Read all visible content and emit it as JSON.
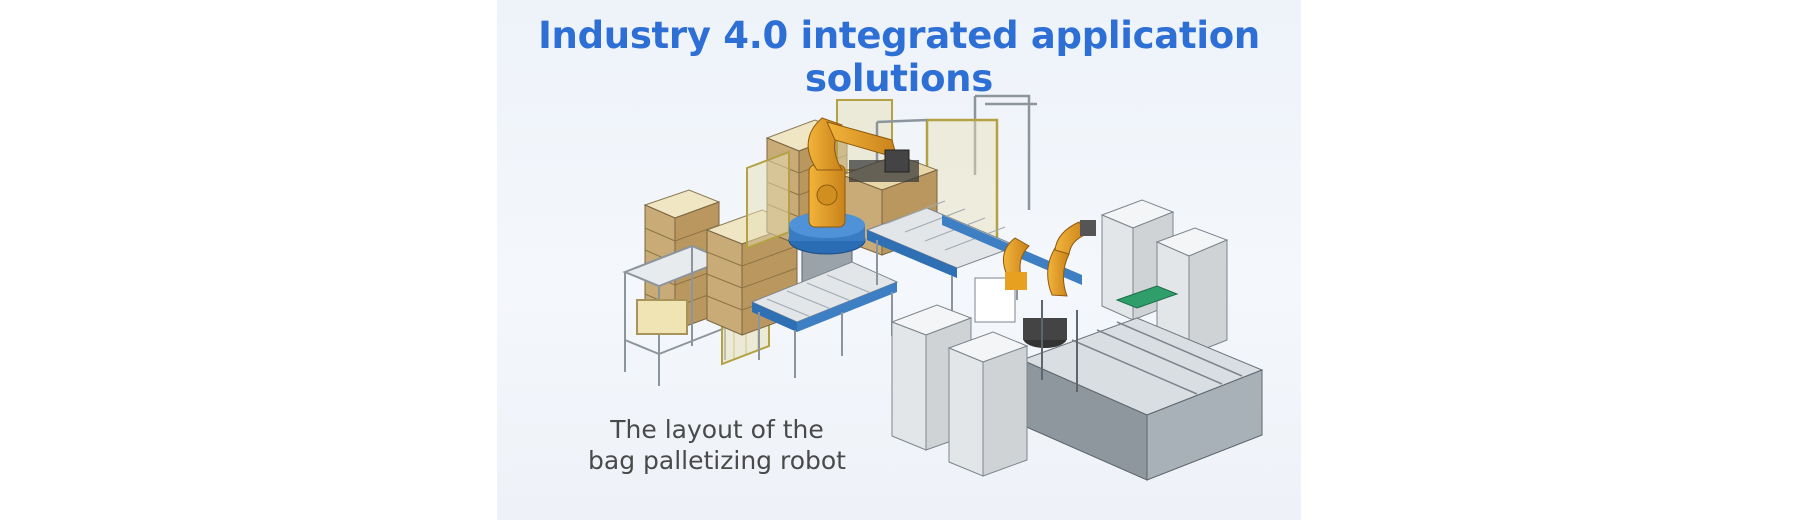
{
  "title": "Industry 4.0 integrated application solutions",
  "caption": {
    "line1": "The layout of the",
    "line2": "bag palletizing robot"
  },
  "colors": {
    "title": "#2e6fd6",
    "caption": "#4a4a4a",
    "robot": "#e8a020",
    "robot_base": "#2a6db5",
    "frame": "#c0c6cc",
    "fence": "#b9a84a",
    "conveyor_belt": "#2f6fb3",
    "bags": "#e7d7a9"
  }
}
